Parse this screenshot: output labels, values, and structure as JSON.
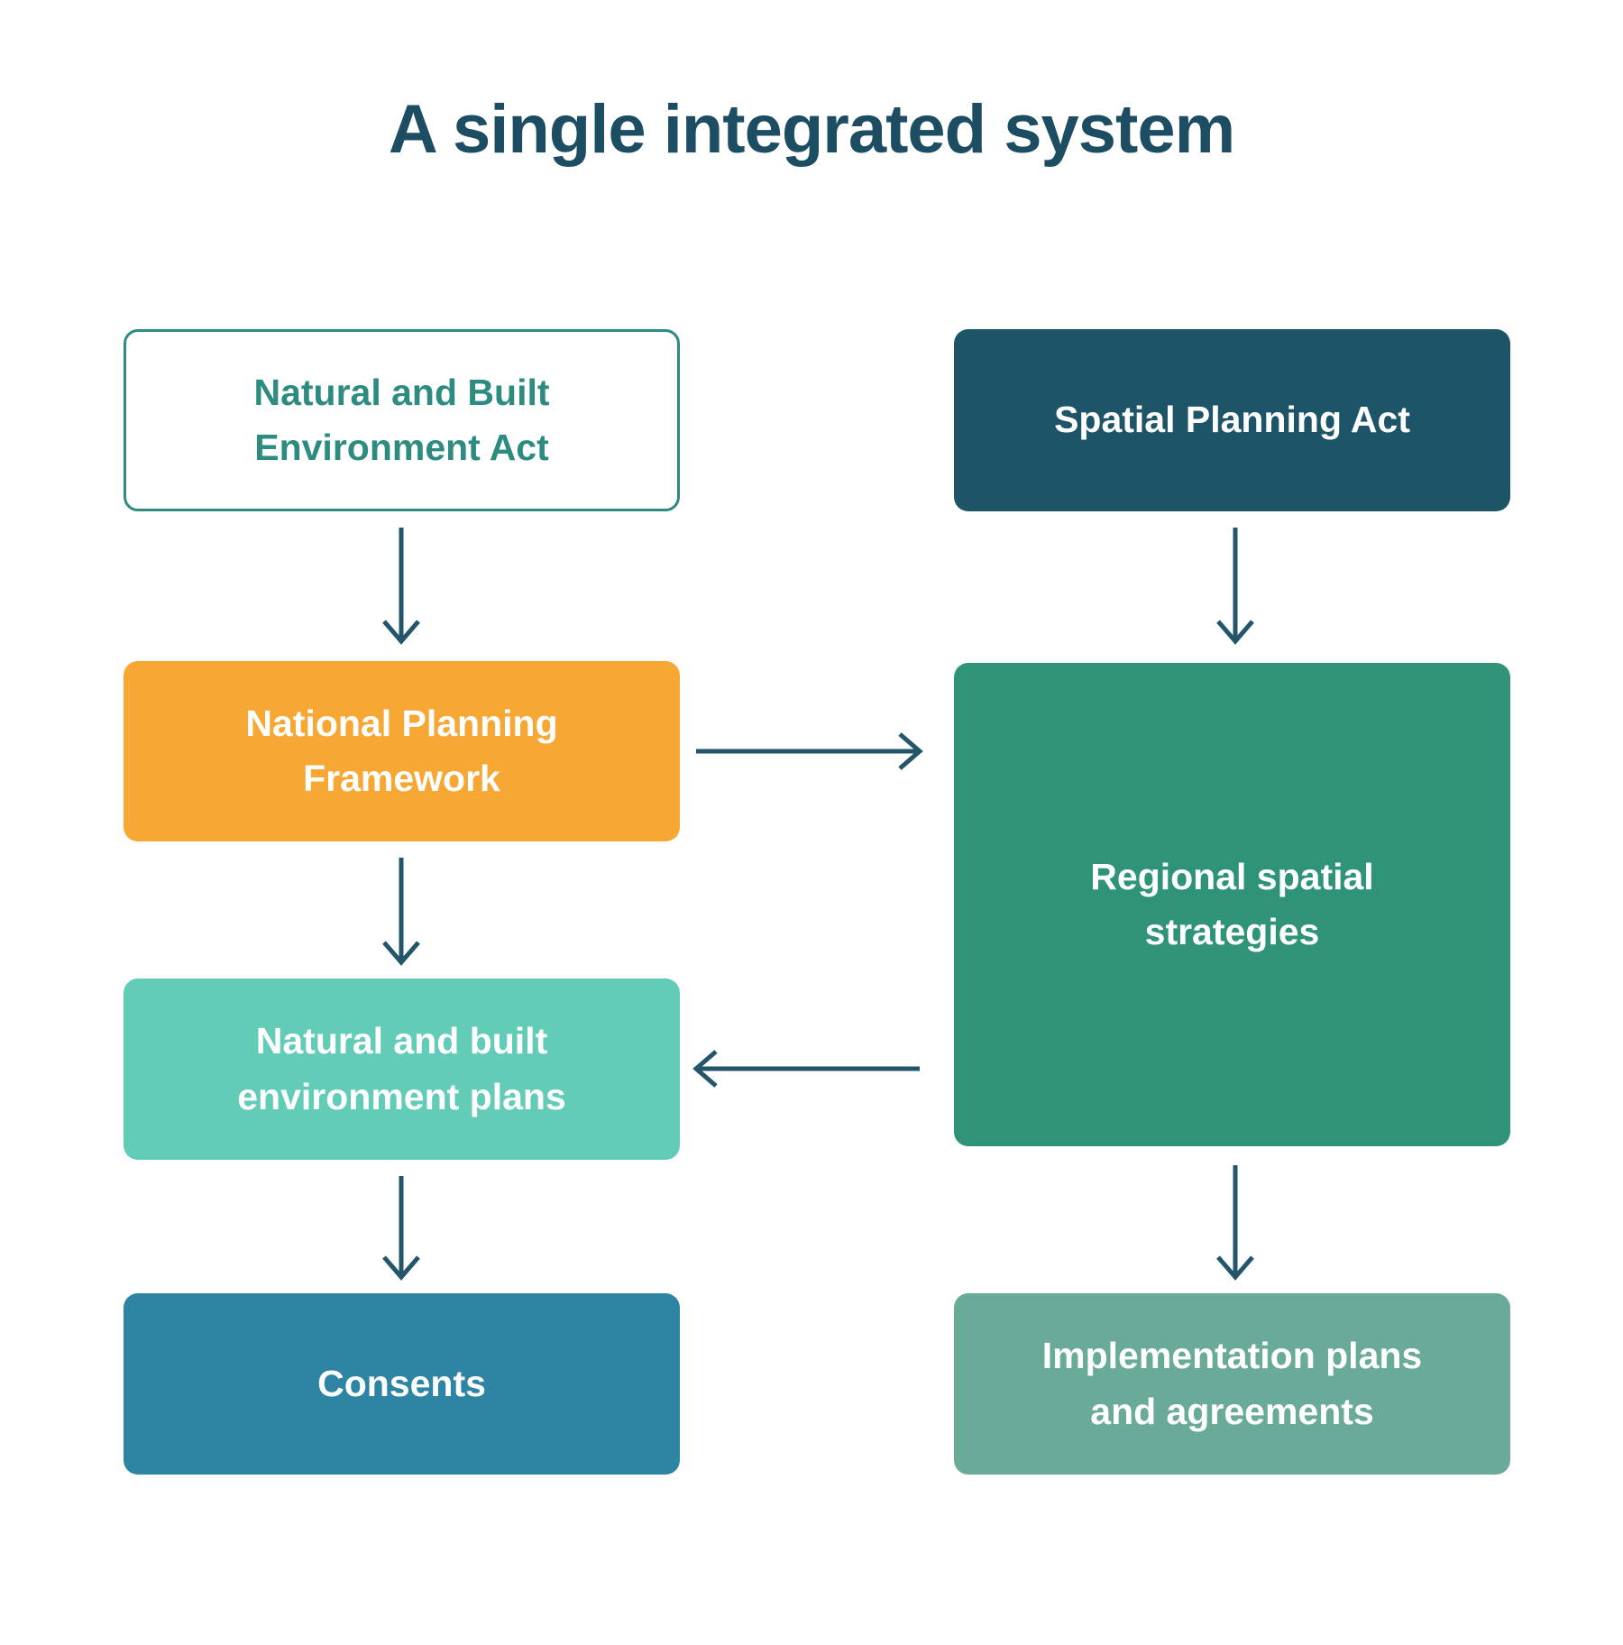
{
  "title": "A single integrated system",
  "colors": {
    "title": "#1c4d63",
    "arrow": "#24566b",
    "teal": "#2e8b80",
    "orange": "#f7a733",
    "mint": "#63ccb7",
    "blue": "#2d84a3",
    "navy": "#1d5468",
    "green": "#2f9378",
    "seagreen": "#69aa98",
    "bg": "#ffffff"
  },
  "boxes": {
    "nbe_act": {
      "line1": "Natural and Built",
      "line2": "Environment Act"
    },
    "spatial_act": {
      "line1": "Spatial Planning Act"
    },
    "npf": {
      "line1": "National Planning",
      "line2": "Framework"
    },
    "rss": {
      "line1": "Regional spatial",
      "line2": "strategies"
    },
    "nbe_plans": {
      "line1": "Natural and built",
      "line2": "environment plans"
    },
    "consents": {
      "line1": "Consents"
    },
    "implementation": {
      "line1": "Implementation plans",
      "line2": "and agreements"
    }
  },
  "arrows": [
    {
      "name": "arrow-nbe-act-to-npf",
      "direction": "down"
    },
    {
      "name": "arrow-npf-to-nbe-plans",
      "direction": "down"
    },
    {
      "name": "arrow-nbe-plans-to-consents",
      "direction": "down"
    },
    {
      "name": "arrow-spatial-act-to-rss",
      "direction": "down"
    },
    {
      "name": "arrow-rss-to-implementation",
      "direction": "down"
    },
    {
      "name": "arrow-npf-to-rss",
      "direction": "right"
    },
    {
      "name": "arrow-rss-to-nbe-plans",
      "direction": "left"
    }
  ]
}
